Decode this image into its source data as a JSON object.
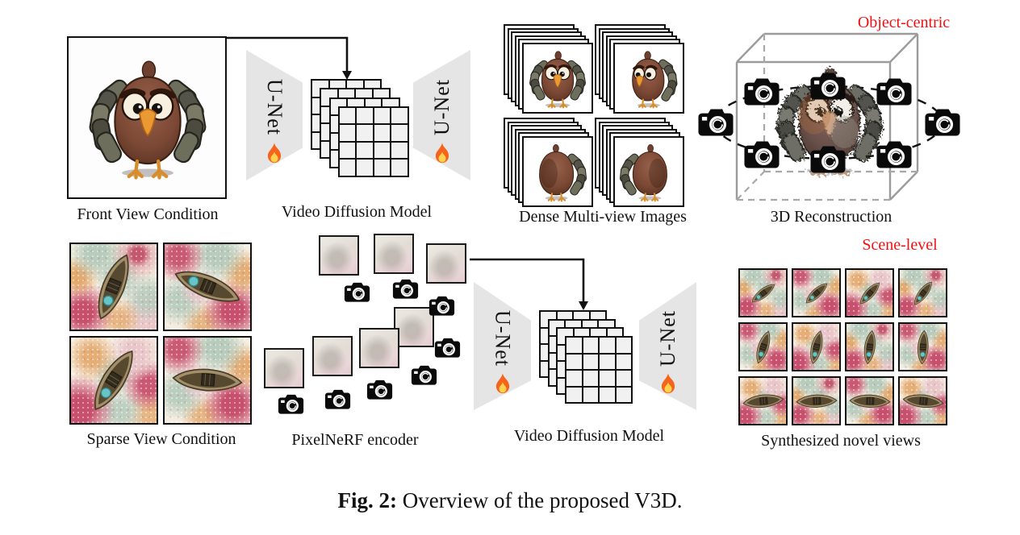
{
  "top": {
    "front_view": {
      "label": "Front View Condition"
    },
    "unet_encoder": {
      "label": "U-Net"
    },
    "unet_decoder": {
      "label": "U-Net"
    },
    "video_diffusion": {
      "label": "Video Diffusion Model"
    },
    "dense_views": {
      "label": "Dense Multi-view Images"
    },
    "reconstruction": {
      "label": "3D Reconstruction"
    },
    "mode_badge": {
      "label": "Object-centric"
    }
  },
  "bottom": {
    "sparse_views": {
      "label": "Sparse View Condition"
    },
    "pixelnerf": {
      "label": "PixelNeRF encoder"
    },
    "unet_encoder": {
      "label": "U-Net"
    },
    "unet_decoder": {
      "label": "U-Net"
    },
    "video_diffusion": {
      "label": "Video Diffusion Model"
    },
    "synthesized": {
      "label": "Synthesized novel views"
    },
    "mode_badge": {
      "label": "Scene-level"
    }
  },
  "caption": {
    "label": "Fig. 2:",
    "text": "Overview of the proposed V3D."
  },
  "icons": {
    "camera": "camera-icon",
    "flame": "flame-icon"
  },
  "colors": {
    "accent_red": "#f01212",
    "unet_fill": "#e5e5e5",
    "line_black": "#111111",
    "cube_gray": "#9b9b9b",
    "grid_cell": "#f1f1f1"
  }
}
